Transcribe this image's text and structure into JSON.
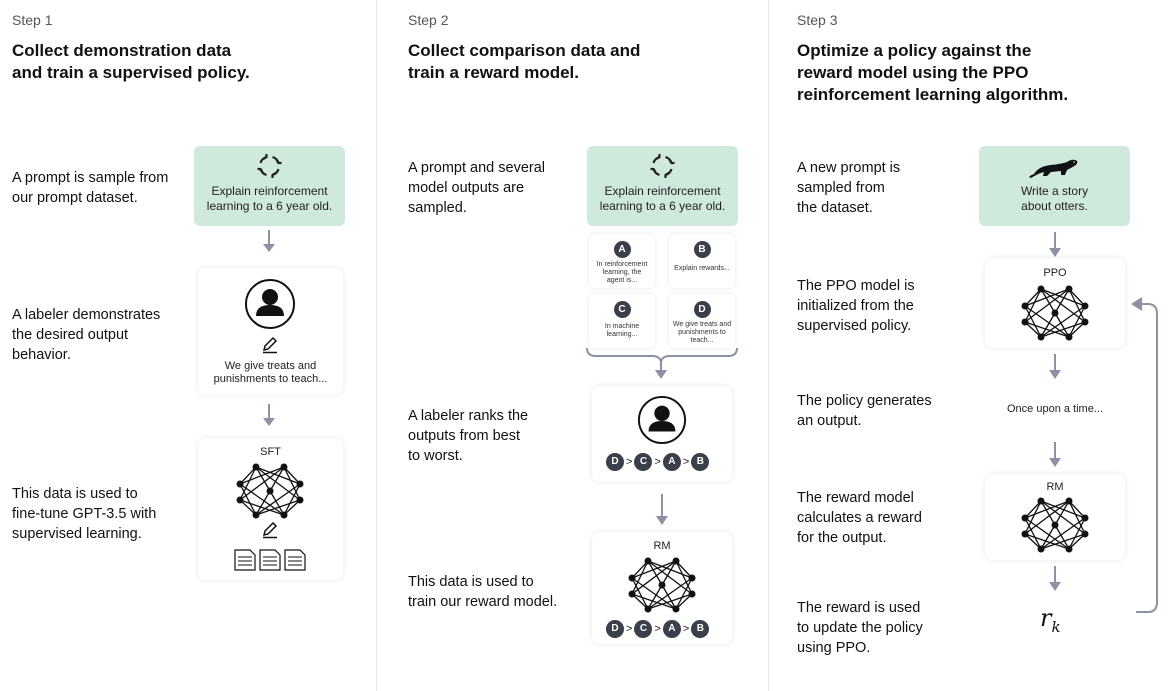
{
  "steps": [
    {
      "label": "Step 1",
      "title_lines": [
        "Collect demonstration data",
        "and train a supervised policy."
      ],
      "descriptions": [
        [
          "A prompt is sample from",
          "our prompt dataset."
        ],
        [
          "A labeler demonstrates",
          "the desired output",
          "behavior."
        ],
        [
          "This data is used to",
          "fine-tune GPT-3.5 with",
          "supervised learning."
        ]
      ],
      "prompt_lines": [
        "Explain reinforcement",
        "learning to a 6 year old."
      ],
      "demo_lines": [
        "We give treats and",
        "punishments to teach..."
      ],
      "model_label": "SFT"
    },
    {
      "label": "Step 2",
      "title_lines": [
        "Collect comparison data and",
        "train a reward model."
      ],
      "descriptions": [
        [
          "A prompt and several",
          "model outputs are",
          "sampled."
        ],
        [
          "A labeler ranks the",
          "outputs from best",
          "to worst."
        ],
        [
          "This data is used to",
          "train our reward model."
        ]
      ],
      "prompt_lines": [
        "Explain reinforcement",
        "learning to a 6 year old."
      ],
      "outputs": [
        {
          "letter": "A",
          "lines": [
            "In reinforcement",
            "learning, the",
            "agent is..."
          ]
        },
        {
          "letter": "B",
          "lines": [
            "Explain rewards..."
          ]
        },
        {
          "letter": "C",
          "lines": [
            "In machine",
            "learning..."
          ]
        },
        {
          "letter": "D",
          "lines": [
            "We give treats and",
            "punishments to",
            "teach..."
          ]
        }
      ],
      "ranking": [
        "D",
        "C",
        "A",
        "B"
      ],
      "ranking_sep": ">",
      "model_label": "RM"
    },
    {
      "label": "Step 3",
      "title_lines": [
        "Optimize a policy against the",
        "reward model using the PPO",
        "reinforcement learning algorithm."
      ],
      "descriptions": [
        [
          "A new prompt is",
          "sampled from",
          "the dataset."
        ],
        [
          "The PPO model is",
          "initialized from the",
          "supervised policy."
        ],
        [
          "The policy generates",
          "an output."
        ],
        [
          "The reward model",
          "calculates a reward",
          "for the output."
        ],
        [
          "The reward is used",
          "to update the policy",
          "using PPO."
        ]
      ],
      "prompt_lines": [
        "Write a story",
        "about otters."
      ],
      "ppo_label": "PPO",
      "output_text": "Once upon a time...",
      "rm_label": "RM",
      "reward_symbol": "r",
      "reward_subscript": "k"
    }
  ],
  "colors": {
    "prompt_box": "#cfe9dc",
    "arrow": "#8e90a4",
    "badge": "#3a3f4a",
    "divider": "#e9e9e9"
  },
  "icons": [
    "recycle-arrows-icon",
    "person-icon",
    "pencil-icon",
    "neural-network-icon",
    "document-icon",
    "otter-icon"
  ]
}
